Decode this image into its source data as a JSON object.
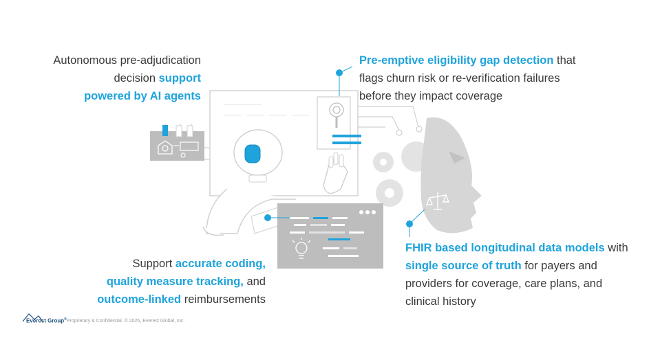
{
  "callouts": {
    "top_left": {
      "line1": "Autonomous pre-adjudication",
      "line2_plain": "decision ",
      "line2_blue": "support",
      "line3_blue": "powered by AI agents"
    },
    "top_right": {
      "blue": "Pre-emptive eligibility gap detection",
      "line1_tail": " that",
      "line2": "flags churn risk or re-verification failures",
      "line3": "before they impact coverage"
    },
    "bottom_left": {
      "line1_plain": "Support ",
      "line1_blue": "accurate coding,",
      "line2_blue": "quality measure tracking,",
      "line2_tail": " and",
      "line3_blue": "outcome-linked",
      "line3_tail": " reimbursements"
    },
    "bottom_right": {
      "line1_blue": "FHIR based longitudinal data models",
      "line1_tail": " with",
      "line2_blue": "single source of truth",
      "line2_tail": " for payers and",
      "line3": "providers for coverage, care plans, and",
      "line4": "clinical history"
    }
  },
  "footer": {
    "logo": "Everest Group",
    "registered": "®",
    "legal": "Proprietary & Confidential. © 2025, Everest Global, Inc."
  },
  "colors": {
    "accent": "#1fa3dc",
    "text": "#3a3a3a",
    "illustration_gray": "#c9c9c9",
    "panel_gray": "#bdbdbd"
  }
}
